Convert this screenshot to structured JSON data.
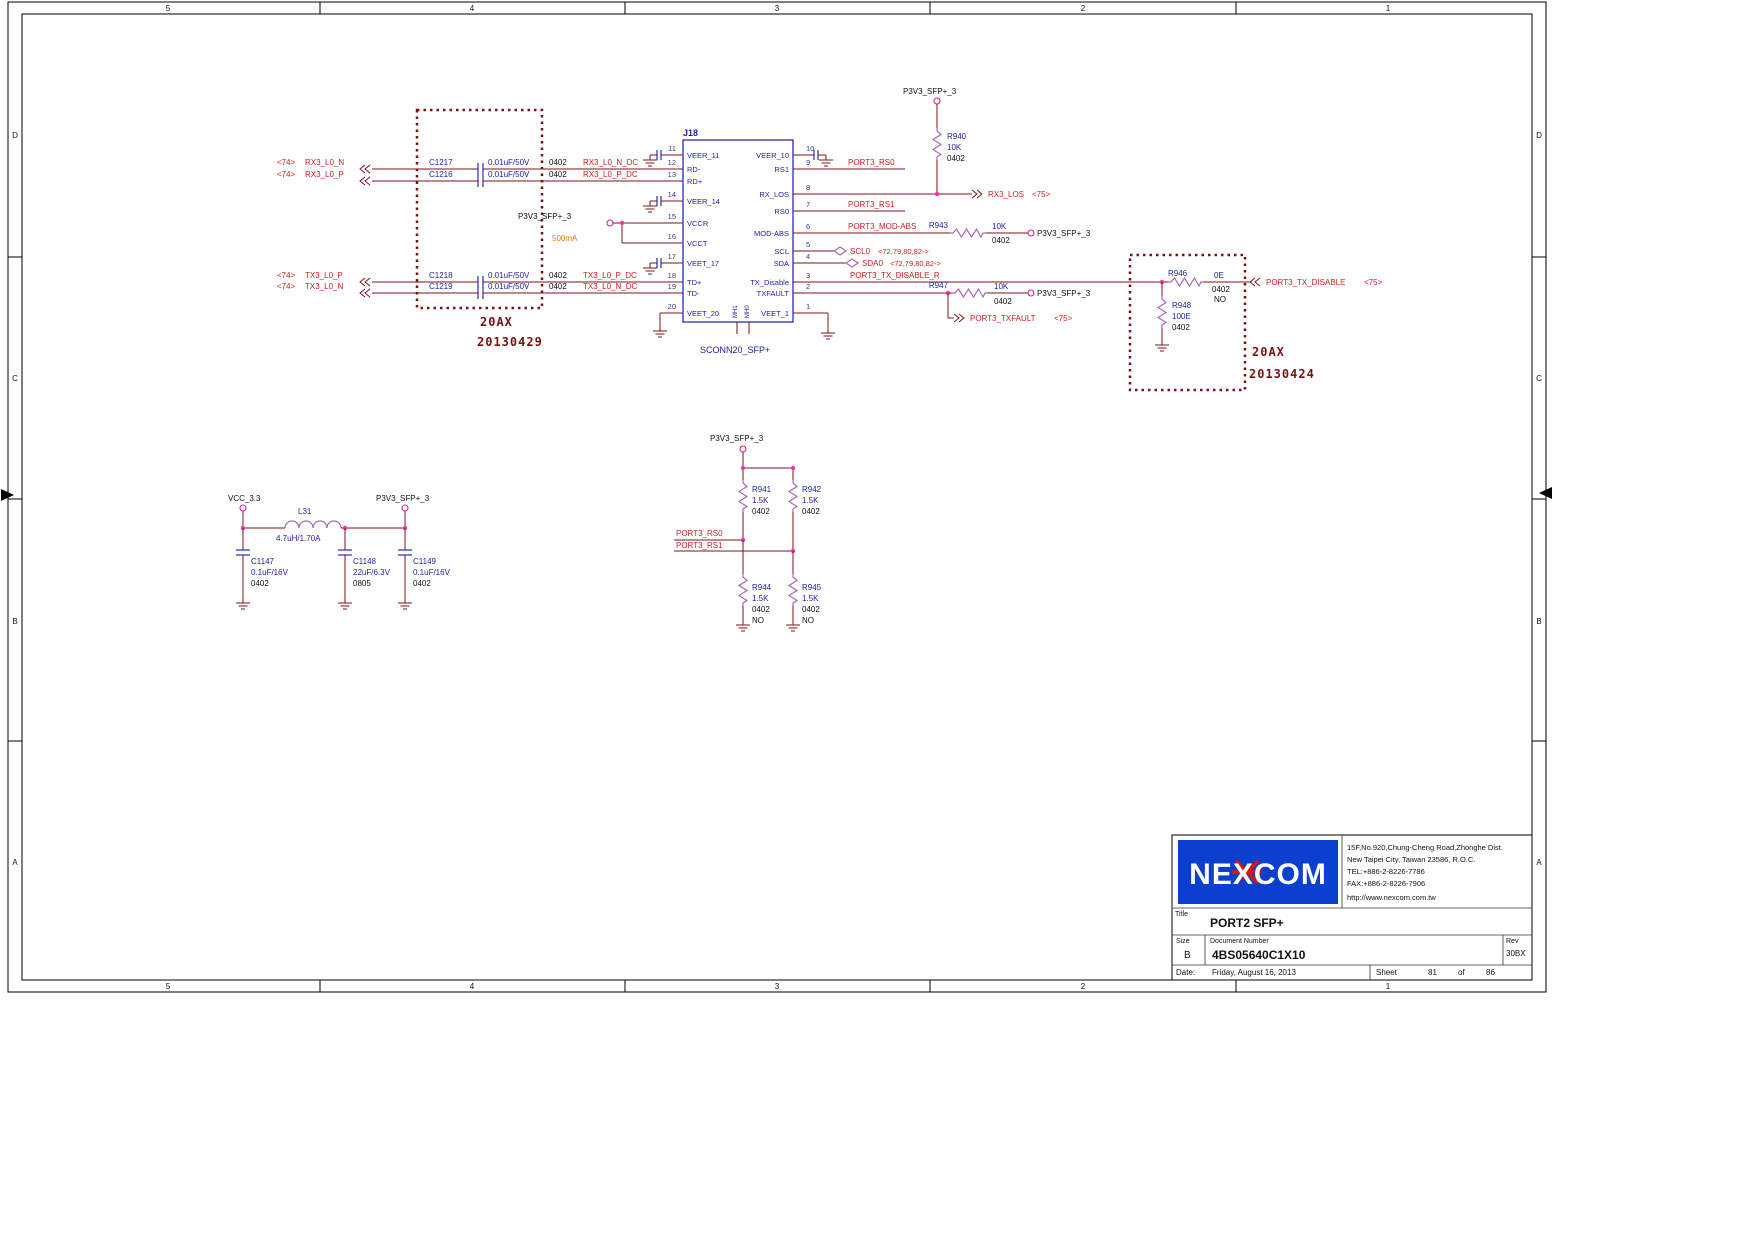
{
  "frame": {
    "zone_cols": [
      "5",
      "4",
      "3",
      "2",
      "1"
    ],
    "zone_rows": [
      "D",
      "C",
      "B",
      "A"
    ]
  },
  "power": {
    "p3v3": "P3V3_SFP+_3",
    "vcc33": "VCC_3.3",
    "current": "500mA"
  },
  "stamps": {
    "left_code": "20AX",
    "left_date": "20130429",
    "right_code": "20AX",
    "right_date": "20130424"
  },
  "io": {
    "rows": [
      {
        "tag": "<74>",
        "net": "RX3_L0_N",
        "cap": "C1217",
        "val": "0.01uF/50V",
        "fp": "0402",
        "dcnet": "RX3_L0_N_DC"
      },
      {
        "tag": "<74>",
        "net": "RX3_L0_P",
        "cap": "C1216",
        "val": "0.01uF/50V",
        "fp": "0402",
        "dcnet": "RX3_L0_P_DC"
      },
      {
        "tag": "<74>",
        "net": "TX3_L0_P",
        "cap": "C1218",
        "val": "0.01uF/50V",
        "fp": "0402",
        "dcnet": "TX3_L0_P_DC"
      },
      {
        "tag": "<74>",
        "net": "TX3_L0_N",
        "cap": "C1219",
        "val": "0.01uF/50V",
        "fp": "0402",
        "dcnet": "TX3_L0_N_DC"
      }
    ]
  },
  "j18": {
    "refdes": "J18",
    "part": "SCONN20_SFP+",
    "left_pins": [
      {
        "num": "11",
        "name": "VEER_11"
      },
      {
        "num": "12",
        "name": "RD-"
      },
      {
        "num": "13",
        "name": "RD+"
      },
      {
        "num": "14",
        "name": "VEER_14"
      },
      {
        "num": "15",
        "name": "VCCR"
      },
      {
        "num": "16",
        "name": "VCCT"
      },
      {
        "num": "17",
        "name": "VEET_17"
      },
      {
        "num": "18",
        "name": "TD+"
      },
      {
        "num": "19",
        "name": "TD-"
      },
      {
        "num": "20",
        "name": "VEET_20"
      }
    ],
    "right_pins": [
      {
        "num": "10",
        "name": "VEER_10"
      },
      {
        "num": "9",
        "name": "RS1"
      },
      {
        "num": "8",
        "name": "RX_LOS"
      },
      {
        "num": "7",
        "name": "RS0"
      },
      {
        "num": "6",
        "name": "MOD-ABS"
      },
      {
        "num": "5",
        "name": "SCL"
      },
      {
        "num": "4",
        "name": "SDA"
      },
      {
        "num": "3",
        "name": "TX_Disable"
      },
      {
        "num": "2",
        "name": "TXFAULT"
      },
      {
        "num": "1",
        "name": "VEET_1"
      }
    ],
    "mh_pins": [
      "MH1",
      "MH0"
    ]
  },
  "nets": {
    "port3_rs0": "PORT3_RS0",
    "port3_rs1": "PORT3_RS1",
    "rx3_los": "RX3_LOS",
    "port3_mod_abs": "PORT3_MOD-ABS",
    "scl0": "SCL0",
    "sda0": "SDA0",
    "i2c_tag": "<72,79,80,82->",
    "tag75": "<75>",
    "port3_tx_disable_r": "PORT3_TX_DISABLE_R",
    "port3_txfault": "PORT3_TXFAULT",
    "port3_tx_disable": "PORT3_TX_DISABLE"
  },
  "parts": {
    "r940": {
      "ref": "R940",
      "val": "10K",
      "fp": "0402"
    },
    "r941": {
      "ref": "R941",
      "val": "1.5K",
      "fp": "0402"
    },
    "r942": {
      "ref": "R942",
      "val": "1.5K",
      "fp": "0402"
    },
    "r943": {
      "ref": "R943",
      "val": "10K",
      "fp": "0402"
    },
    "r944": {
      "ref": "R944",
      "val": "1.5K",
      "fp": "0402",
      "stuff": "NO"
    },
    "r945": {
      "ref": "R945",
      "val": "1.5K",
      "fp": "0402",
      "stuff": "NO"
    },
    "r946": {
      "ref": "R946",
      "val": "0E",
      "fp": "0402",
      "stuff": "NO"
    },
    "r947": {
      "ref": "R947",
      "val": "10K",
      "fp": "0402"
    },
    "r948": {
      "ref": "R948",
      "val": "100E",
      "fp": "0402"
    },
    "l31": {
      "ref": "L31",
      "val": "4.7uH/1.70A"
    },
    "c1147": {
      "ref": "C1147",
      "val": "0.1uF/16V",
      "fp": "0402"
    },
    "c1148": {
      "ref": "C1148",
      "val": "22uF/6.3V",
      "fp": "0805"
    },
    "c1149": {
      "ref": "C1149",
      "val": "0.1uF/16V",
      "fp": "0402"
    }
  },
  "titleblock": {
    "logo": "NEXCOM",
    "address": [
      "15F,No.920,Chung-Cheng Road,Zhonghe Dist.",
      "New Taipei City, Taiwan 23586, R.O.C.",
      "TEL:+886-2-8226-7786",
      "FAX:+886-2-8226-7906",
      "http://www.nexcom.com.tw"
    ],
    "title_label": "Title",
    "title": "PORT2 SFP+",
    "size_label": "Size",
    "size": "B",
    "doc_label": "Document Number",
    "doc": "4BS05640C1X10",
    "rev_label": "Rev",
    "rev": "30BX",
    "date_label": "Date:",
    "date": "Friday, August 16, 2013",
    "sheet_label": "Sheet",
    "sheet_num": "81",
    "of_label": "of",
    "sheet_total": "86"
  },
  "colors": {
    "wire": "#7a1414",
    "net_label_red": "#d42020",
    "refdes_blue": "#1c1cae",
    "symbol_purple": "#a86ab8",
    "cap_blue": "#2a2ab0",
    "junction_pink": "#ff2fb0",
    "stamp_red": "#7a1212",
    "orange": "#e07b00",
    "logo_blue": "#0a3fd0",
    "logo_red": "#e01010"
  }
}
